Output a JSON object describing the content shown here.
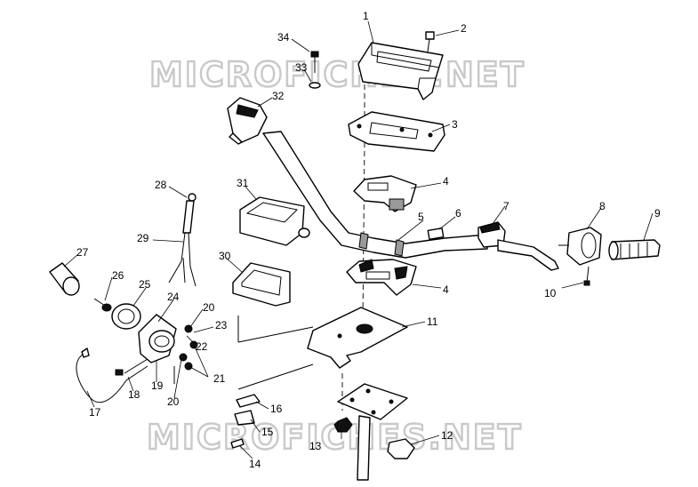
{
  "watermark": {
    "top": "MICROFICHES.NET",
    "bottom": "MICROFICHES.NET"
  },
  "callouts": [
    {
      "id": "1",
      "label": "1"
    },
    {
      "id": "2",
      "label": "2"
    },
    {
      "id": "3",
      "label": "3"
    },
    {
      "id": "4a",
      "label": "4"
    },
    {
      "id": "4b",
      "label": "4"
    },
    {
      "id": "5",
      "label": "5"
    },
    {
      "id": "6",
      "label": "6"
    },
    {
      "id": "7",
      "label": "7"
    },
    {
      "id": "8",
      "label": "8"
    },
    {
      "id": "9",
      "label": "9"
    },
    {
      "id": "10",
      "label": "10"
    },
    {
      "id": "11",
      "label": "11"
    },
    {
      "id": "12",
      "label": "12"
    },
    {
      "id": "13",
      "label": "13"
    },
    {
      "id": "14",
      "label": "14"
    },
    {
      "id": "15",
      "label": "15"
    },
    {
      "id": "16",
      "label": "16"
    },
    {
      "id": "17",
      "label": "17"
    },
    {
      "id": "18",
      "label": "18"
    },
    {
      "id": "19",
      "label": "19"
    },
    {
      "id": "20a",
      "label": "20"
    },
    {
      "id": "20b",
      "label": "20"
    },
    {
      "id": "21",
      "label": "21"
    },
    {
      "id": "22",
      "label": "22"
    },
    {
      "id": "23",
      "label": "23"
    },
    {
      "id": "24",
      "label": "24"
    },
    {
      "id": "25",
      "label": "25"
    },
    {
      "id": "26",
      "label": "26"
    },
    {
      "id": "27",
      "label": "27"
    },
    {
      "id": "28",
      "label": "28"
    },
    {
      "id": "29",
      "label": "29"
    },
    {
      "id": "30",
      "label": "30"
    },
    {
      "id": "31",
      "label": "31"
    },
    {
      "id": "32",
      "label": "32"
    },
    {
      "id": "33",
      "label": "33"
    },
    {
      "id": "34",
      "label": "34"
    }
  ]
}
